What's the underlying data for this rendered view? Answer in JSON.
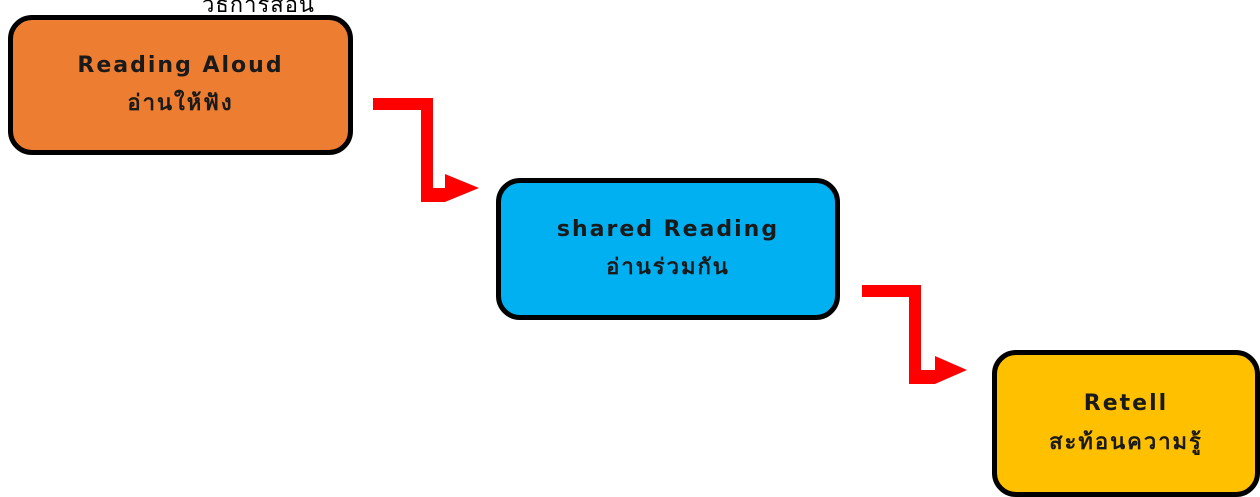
{
  "top_label": "วิธีการสอน",
  "colors": {
    "step_1": "#ED7D31",
    "step_2": "#00B0F0",
    "step_3": "#FFC000",
    "arrow": "#FF0000",
    "border": "#000000"
  },
  "steps": [
    {
      "title": "Reading Aloud",
      "subtitle": "อ่านให้ฟัง"
    },
    {
      "title": "shared Reading",
      "subtitle": "อ่านร่วมกัน"
    },
    {
      "title": "Retell",
      "subtitle": "สะท้อนความรู้"
    }
  ]
}
